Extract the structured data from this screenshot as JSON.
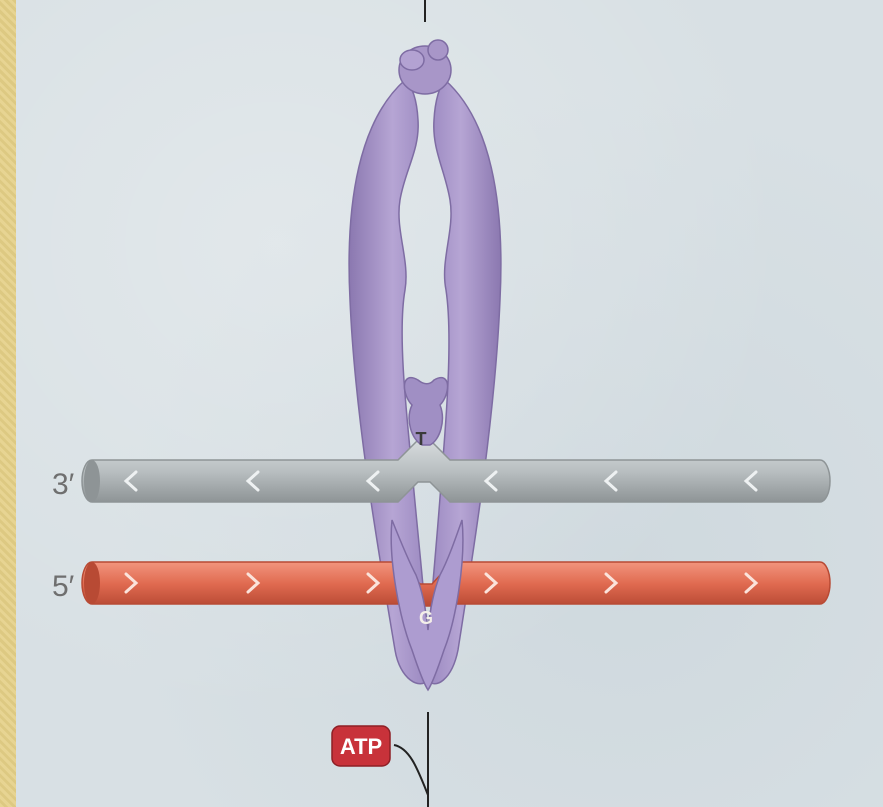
{
  "labels": {
    "strand_top_end": "3′",
    "strand_bottom_end": "5′",
    "base_top": "T",
    "base_bottom": "G",
    "atp": "ATP"
  },
  "colors": {
    "background_border": "#e4cf86",
    "panel": "#d8e0e4",
    "protein": "#a896c8",
    "protein_dark": "#8b78b0",
    "strand_top": "#b9bfc1",
    "strand_top_dark": "#8e9496",
    "strand_bottom": "#e06a50",
    "strand_bottom_dark": "#b84a34",
    "atp_badge": "#c8323a"
  },
  "icons": {
    "strand_top_direction": "chevron-left-icon",
    "strand_bottom_direction": "chevron-right-icon"
  }
}
